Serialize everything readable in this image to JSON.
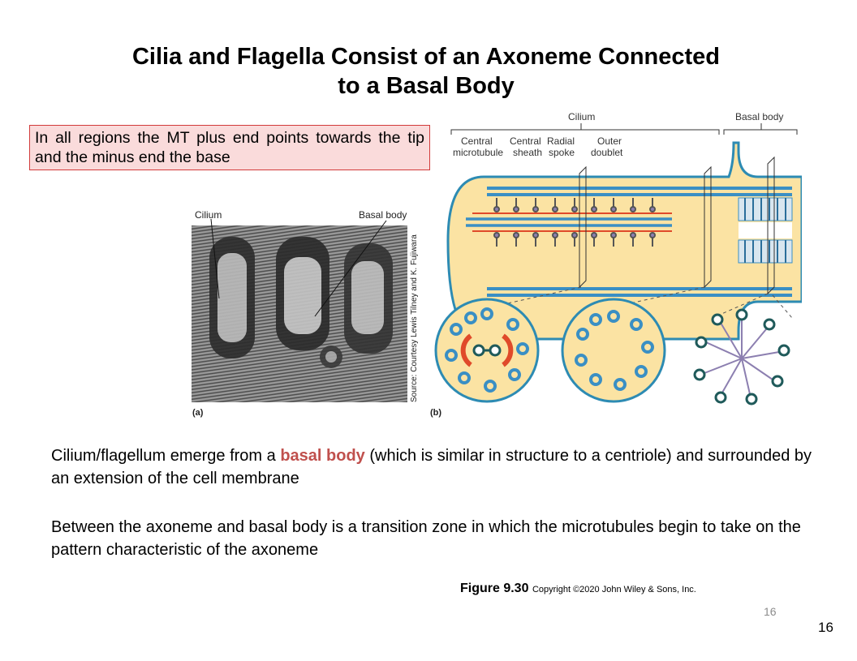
{
  "slide": {
    "title_line1": "Cilia and Flagella Consist of an Axoneme Connected",
    "title_line2": "to a Basal Body",
    "note": "In all regions the MT plus end points towards the tip and the minus end the base",
    "para1_before": "Cilium/flagellum emerge from a ",
    "para1_highlight": "basal body",
    "para1_after": " (which is similar in structure to a centriole) and surrounded by an extension of the cell membrane",
    "para2": "Between the axoneme and basal body is a transition zone in which the microtubules begin to take on the pattern characteristic of the axoneme",
    "figure_label": "Figure 9.30",
    "copyright": "Copyright ©2020 John Wiley & Sons, Inc.",
    "page_number_small": "16",
    "page_number": "16"
  },
  "figure": {
    "micrograph": {
      "label_cilium": "Cilium",
      "label_basal_body": "Basal body",
      "source": "Source: Courtesy Lewis Tilney and K. Fujiwara",
      "panel": "(a)"
    },
    "diagram": {
      "label_cilium": "Cilium",
      "label_basal_body": "Basal body",
      "central_1": "Central",
      "central_2": "microtubule",
      "sheath_1": "Central",
      "sheath_2": "sheath",
      "spoke_1": "Radial",
      "spoke_2": "spoke",
      "outer_1": "Outer",
      "outer_2": "doublet",
      "panel": "(b)"
    },
    "colors": {
      "membrane": "#fbe3a3",
      "membrane_edge": "#2d8bb3",
      "microtubule": "#3a8fc4",
      "central_pair": "#e04a2a",
      "triplet": "#1f5a5a"
    }
  }
}
